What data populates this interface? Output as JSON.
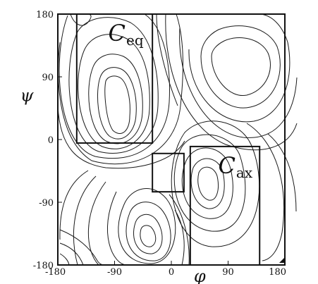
{
  "chart_data": {
    "type": "contour",
    "xlabel": "φ",
    "ylabel": "ψ",
    "xlim": [
      -180,
      180
    ],
    "ylim": [
      -180,
      180
    ],
    "x_ticks": [
      {
        "value": -180,
        "label": "-180"
      },
      {
        "value": -90,
        "label": "-90"
      },
      {
        "value": 0,
        "label": "0"
      },
      {
        "value": 90,
        "label": "90"
      },
      {
        "value": 180,
        "label": "180"
      }
    ],
    "y_ticks": [
      {
        "value": 180,
        "label": "180"
      },
      {
        "value": 90,
        "label": "90"
      },
      {
        "value": 0,
        "label": "0"
      },
      {
        "value": -90,
        "label": "-90"
      },
      {
        "value": -180,
        "label": "-180"
      }
    ],
    "regions": [
      {
        "name": "C",
        "subscript": "eq",
        "phi": [
          -150,
          -30
        ],
        "psi": [
          -5,
          180
        ]
      },
      {
        "name": "C",
        "subscript": "ax",
        "phi": [
          30,
          140
        ],
        "psi": [
          -180,
          -10
        ]
      },
      {
        "name": "",
        "subscript": "",
        "phi": [
          -30,
          20
        ],
        "psi": [
          -75,
          -20
        ]
      }
    ]
  }
}
